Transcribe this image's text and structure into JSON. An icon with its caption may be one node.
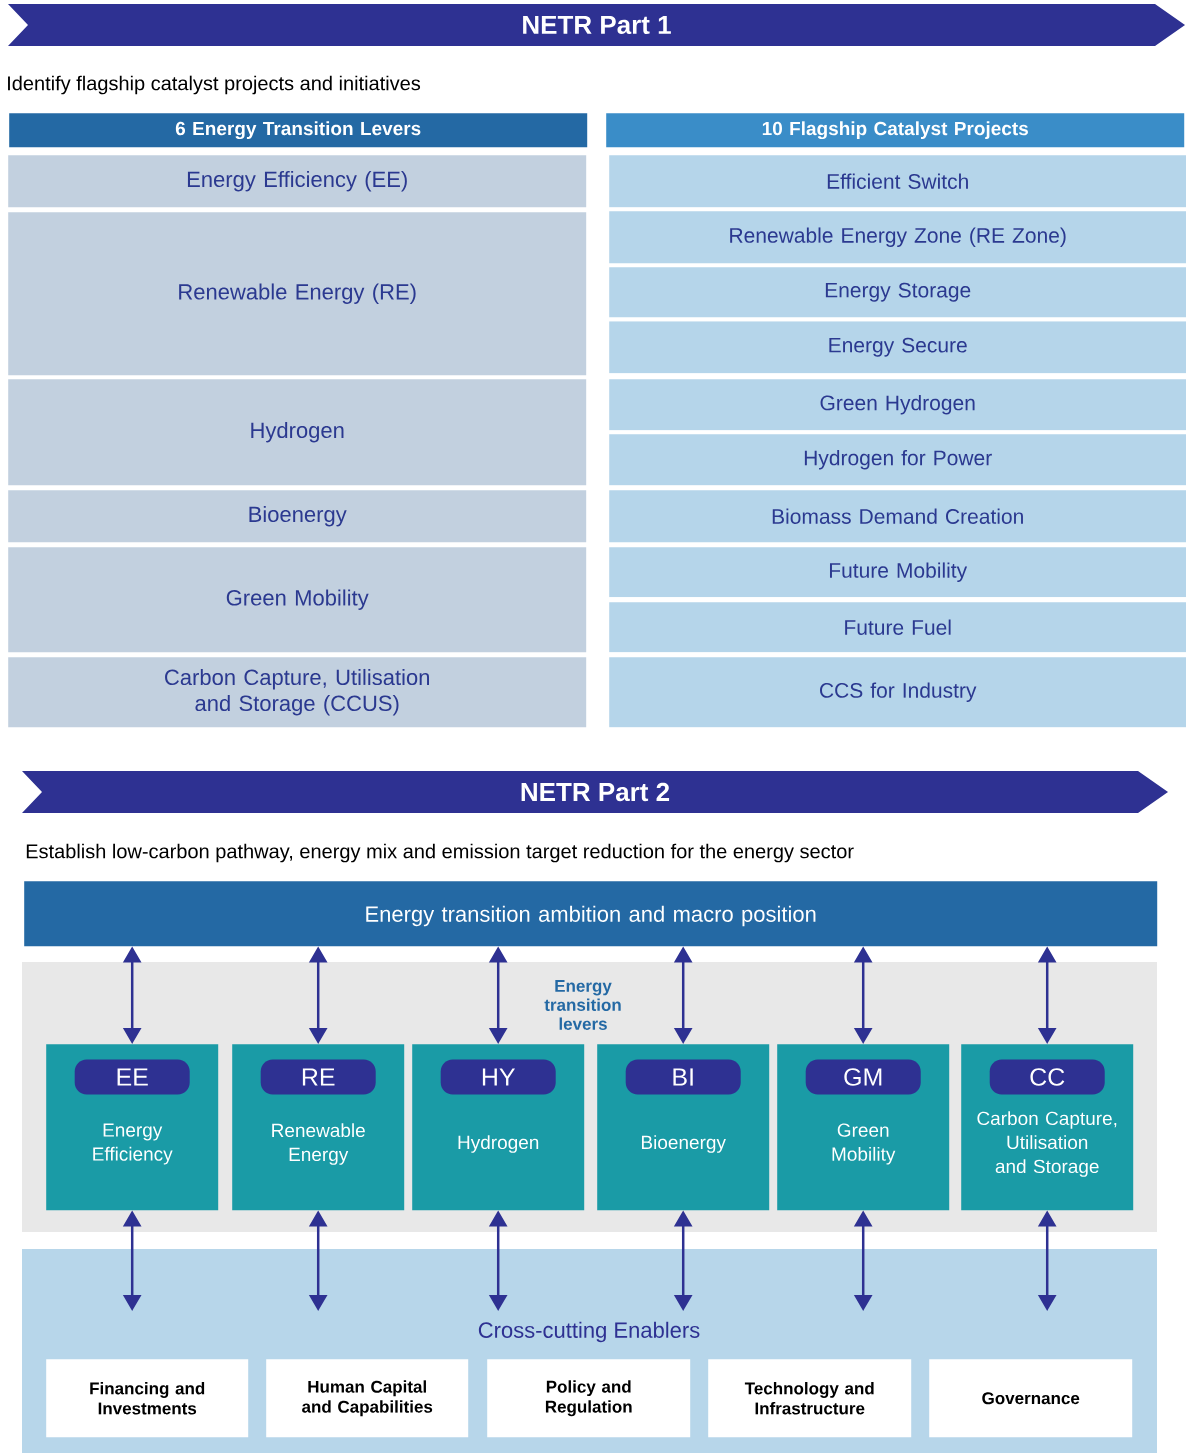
{
  "diagram": {
    "nodes": [
      {
        "text": [
          "NETR Part 1"
        ]
      },
      {
        "text": [
          "6 Energy Transition Levers"
        ]
      },
      {
        "text": [
          "Energy Efficiency (EE)"
        ]
      },
      {
        "text": [
          "Renewable Energy (RE)"
        ]
      },
      {
        "text": [
          "Hydrogen"
        ]
      },
      {
        "text": [
          "Bioenergy"
        ]
      },
      {
        "text": [
          "Green Mobility"
        ]
      },
      {
        "text": [
          "Carbon Capture, Utilisation and Storage (CCUS)"
        ]
      },
      {
        "text": [
          "10 Flagship Catalyst Projects"
        ]
      },
      {
        "text": [
          "Efficient Switch"
        ]
      },
      {
        "text": [
          "Renewable Energy Zone (RE Zone)"
        ]
      },
      {
        "text": [
          "Energy Storage"
        ]
      },
      {
        "text": [
          "Energy Secure"
        ]
      },
      {
        "text": [
          "Green Hydrogen"
        ]
      },
      {
        "text": [
          "Hydrogen for Power"
        ]
      },
      {
        "text": [
          "Biomass Demand Creation"
        ]
      },
      {
        "text": [
          "Future Mobility"
        ]
      },
      {
        "text": [
          "Future Fuel"
        ]
      },
      {
        "text": [
          "CCS for Industry"
        ]
      },
      {
        "text": [
          "NETR Part 2"
        ]
      },
      {
        "text": [
          "Energy transition ambition and macro position"
        ]
      },
      {
        "text": [
          "Energy transition levers"
        ]
      },
      {
        "text": [
          "EE",
          "Energy Efficiency"
        ],
        "in": 21
      },
      {
        "text": [
          "RE",
          "Renewable Energy"
        ],
        "in": 21
      },
      {
        "text": [
          "HY",
          "Hydrogen"
        ],
        "in": 21
      },
      {
        "text": [
          "BI",
          "Bioenergy"
        ],
        "in": 21
      },
      {
        "text": [
          "GM",
          "Green Mobility"
        ],
        "in": 21
      },
      {
        "text": [
          "CC",
          "Carbon Capture, Utilisation and Storage"
        ],
        "in": 21
      },
      {
        "text": [
          "Cross-cutting Enablers"
        ]
      },
      {
        "text": [
          "Financing and Investments"
        ],
        "in": 28
      },
      {
        "text": [
          "Human Capital and Capabilities"
        ],
        "in": 28
      },
      {
        "text": [
          "Policy and Regulation"
        ],
        "in": 28
      },
      {
        "text": [
          "Technology and Infrastructure"
        ],
        "in": 28
      },
      {
        "text": [
          "Governance"
        ],
        "in": 28
      }
    ],
    "edges": [
      {
        "from": 20,
        "to": 22,
        "arrow": "both"
      },
      {
        "from": 20,
        "to": 23,
        "arrow": "both"
      },
      {
        "from": 20,
        "to": 24,
        "arrow": "both"
      },
      {
        "from": 20,
        "to": 25,
        "arrow": "both"
      },
      {
        "from": 20,
        "to": 26,
        "arrow": "both"
      },
      {
        "from": 20,
        "to": 27,
        "arrow": "both"
      },
      {
        "from": 22,
        "to": 28,
        "arrow": "both"
      },
      {
        "from": 23,
        "to": 28,
        "arrow": "both"
      },
      {
        "from": 24,
        "to": 28,
        "arrow": "both"
      },
      {
        "from": 25,
        "to": 28,
        "arrow": "both"
      },
      {
        "from": 26,
        "to": 28,
        "arrow": "both"
      },
      {
        "from": 27,
        "to": 28,
        "arrow": "both"
      }
    ],
    "labels": [
      "Identify flagship catalyst projects and initiatives",
      "Establish low-carbon pathway, energy mix and emission target reduction for the energy sector"
    ]
  }
}
